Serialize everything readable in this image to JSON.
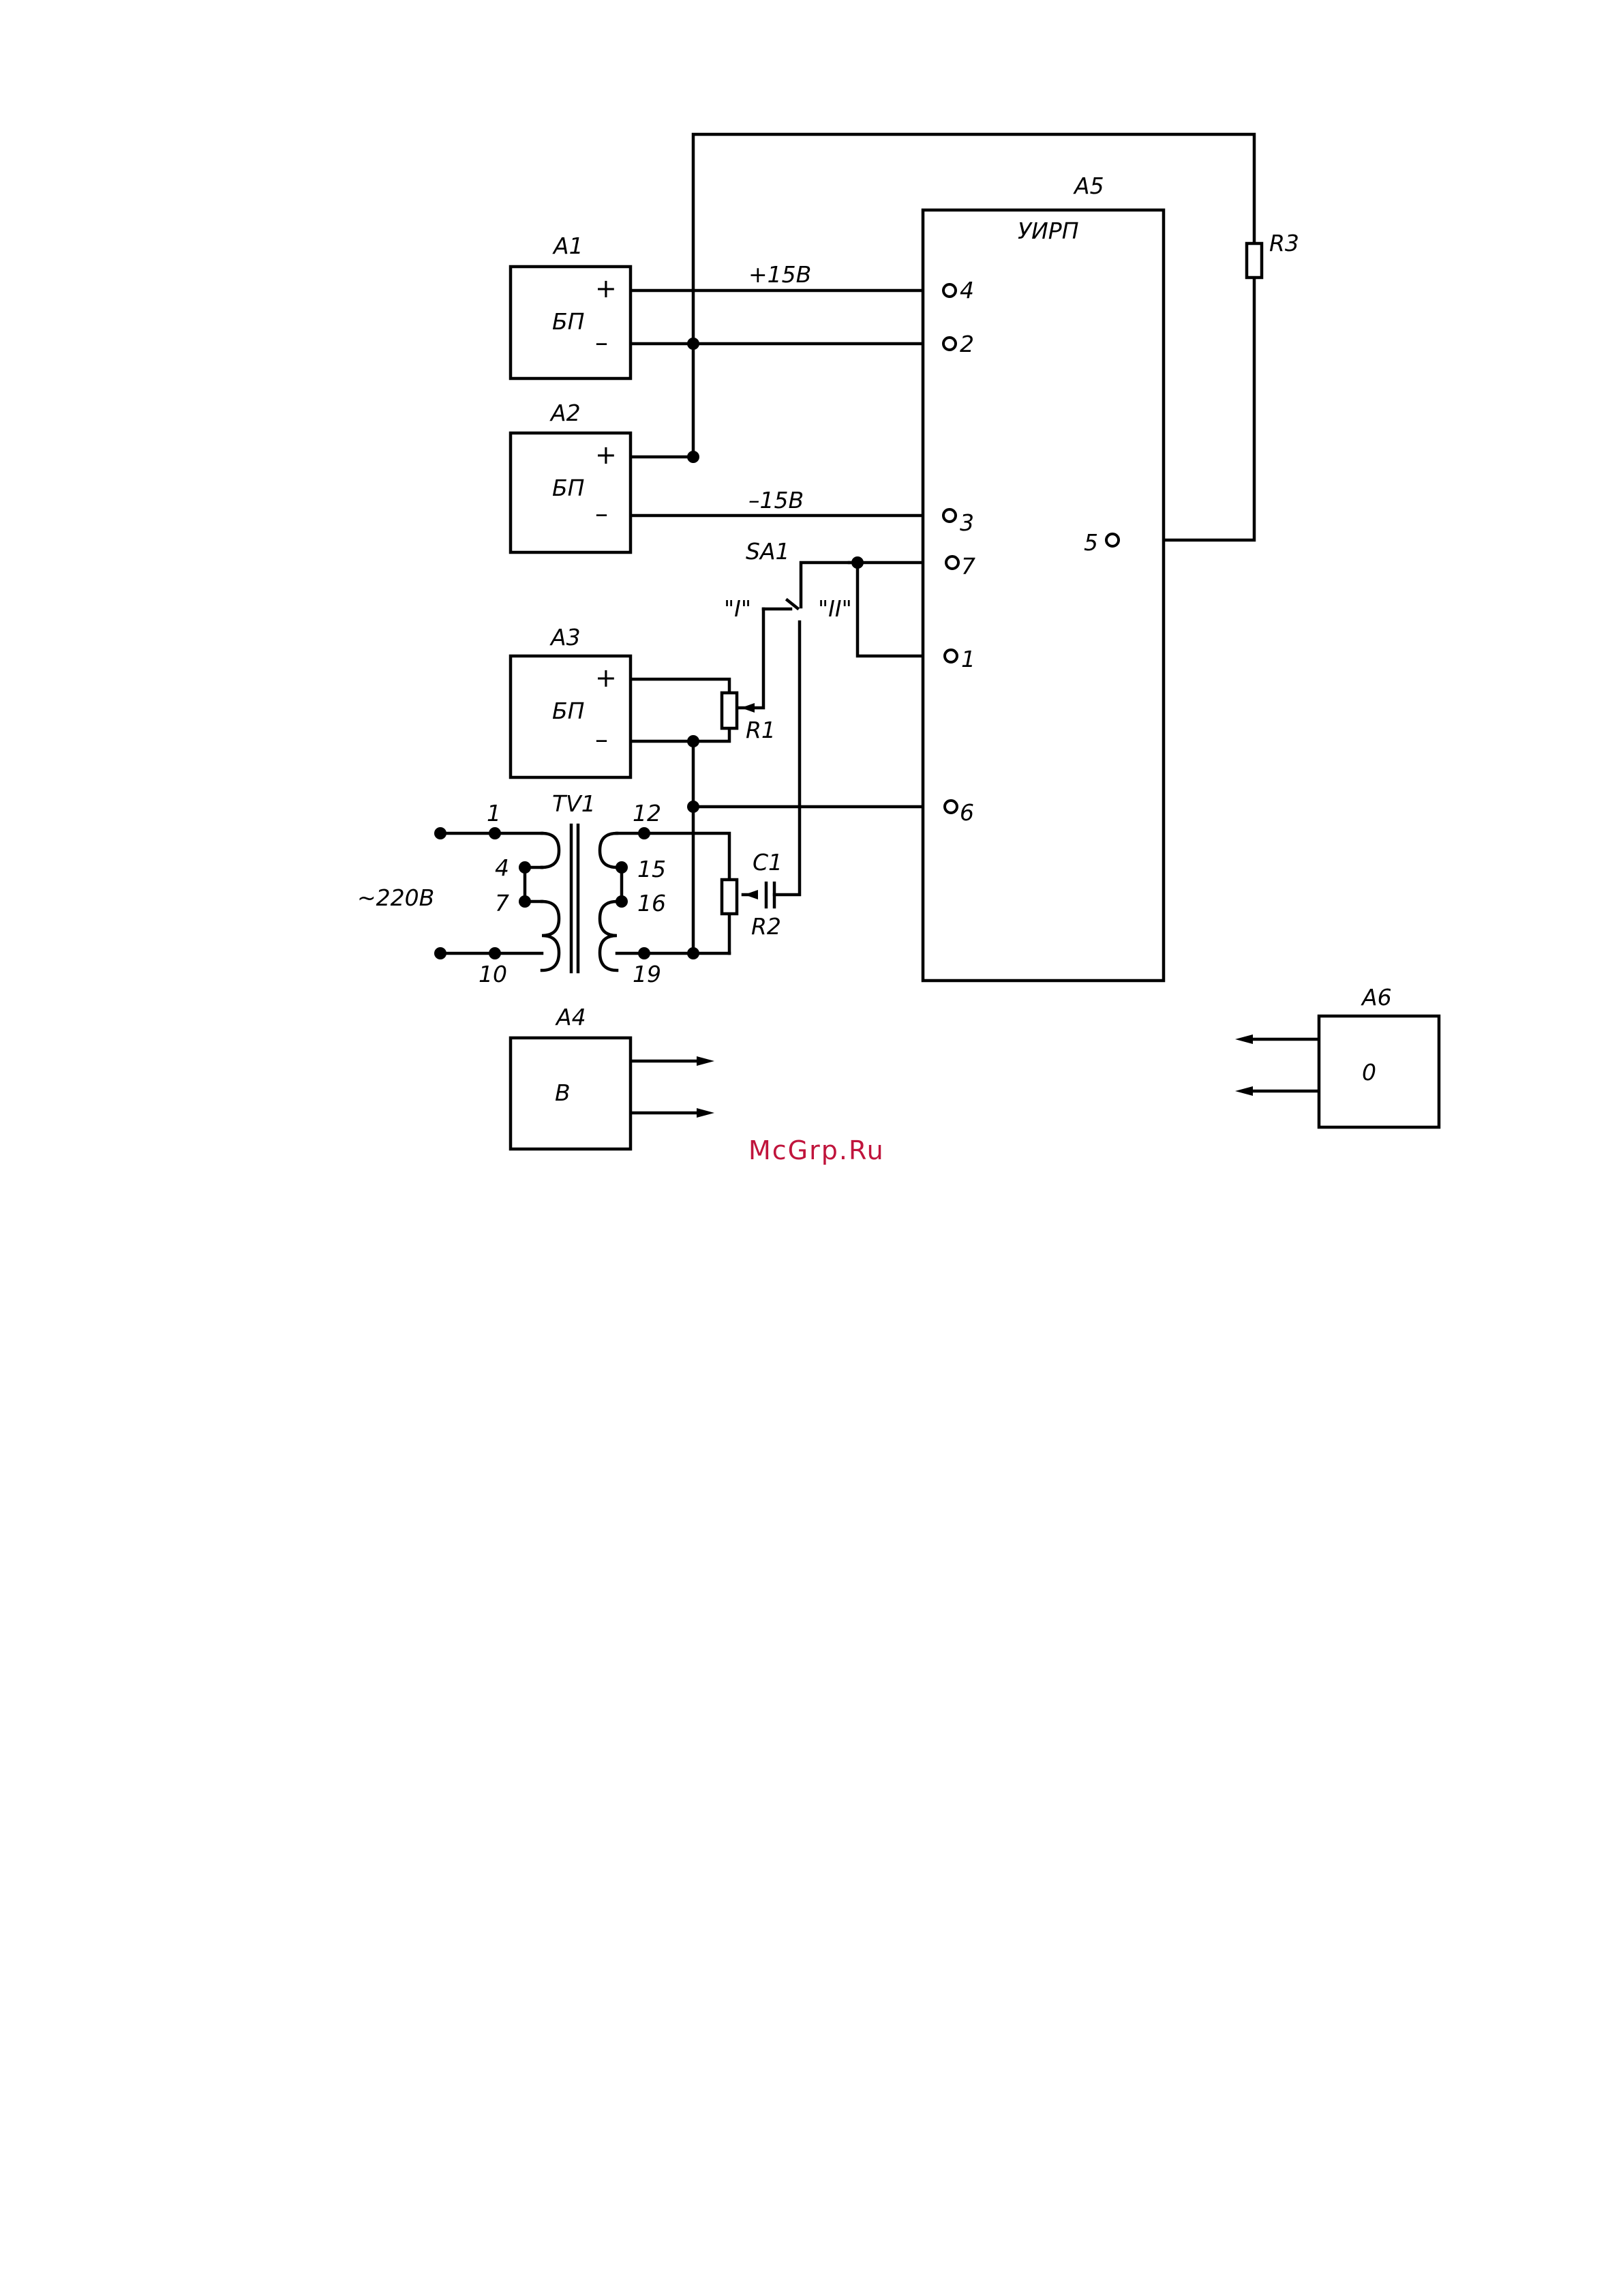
{
  "units": {
    "A1": {
      "ref": "A1",
      "label": "БП",
      "plus": "+",
      "minus": "–"
    },
    "A2": {
      "ref": "A2",
      "label": "БП",
      "plus": "+",
      "minus": "–"
    },
    "A3": {
      "ref": "A3",
      "label": "БП",
      "plus": "+",
      "minus": "–"
    },
    "A4": {
      "ref": "A4",
      "label": "В"
    },
    "A5": {
      "ref": "A5",
      "label": "УИРП"
    },
    "A6": {
      "ref": "A6",
      "label": "0"
    }
  },
  "pins": [
    "4",
    "2",
    "3",
    "7",
    "1",
    "6",
    "5"
  ],
  "voltages": {
    "plus15": "+15В",
    "minus15": "–15В",
    "mains": "~220В"
  },
  "components": {
    "R1": "R1",
    "R2": "R2",
    "R3": "R3",
    "C1": "C1",
    "SA1": "SA1",
    "switch_pos_1": "\"I\"",
    "switch_pos_2": "\"II\"",
    "TV1": "TV1"
  },
  "transformer_pins": [
    "1",
    "4",
    "7",
    "10",
    "12",
    "15",
    "16",
    "19"
  ],
  "watermark": "McGrp.Ru"
}
